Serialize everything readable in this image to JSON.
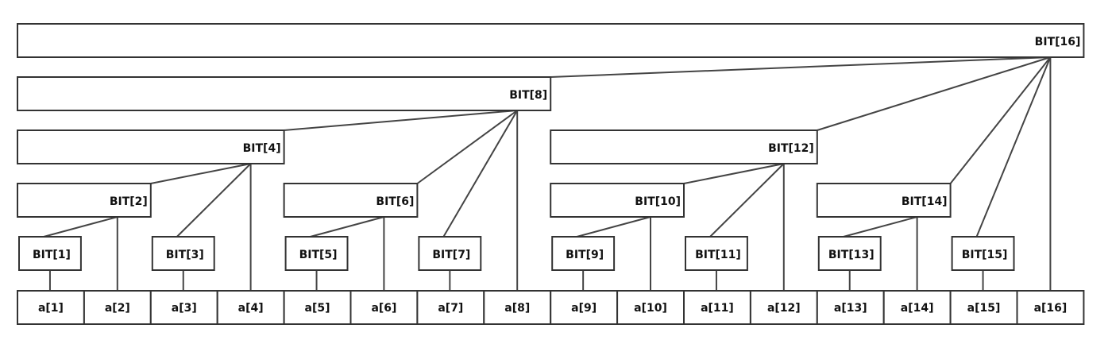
{
  "diagram": {
    "bit_nodes": [
      "BIT[1]",
      "BIT[2]",
      "BIT[3]",
      "BIT[4]",
      "BIT[5]",
      "BIT[6]",
      "BIT[7]",
      "BIT[8]",
      "BIT[9]",
      "BIT[10]",
      "BIT[11]",
      "BIT[12]",
      "BIT[13]",
      "BIT[14]",
      "BIT[15]",
      "BIT[16]"
    ],
    "array_cells": [
      "a[1]",
      "a[2]",
      "a[3]",
      "a[4]",
      "a[5]",
      "a[6]",
      "a[7]",
      "a[8]",
      "a[9]",
      "a[10]",
      "a[11]",
      "a[12]",
      "a[13]",
      "a[14]",
      "a[15]",
      "a[16]"
    ]
  }
}
